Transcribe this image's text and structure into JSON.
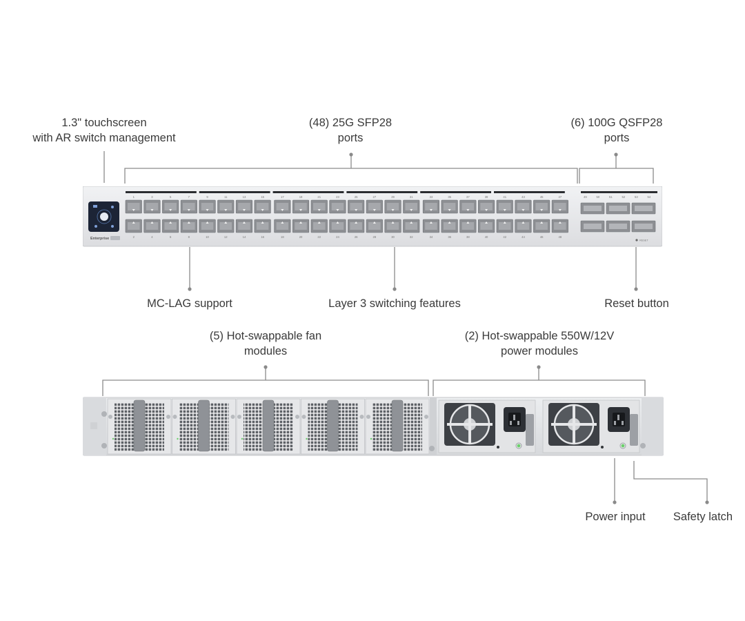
{
  "front": {
    "callouts": {
      "touchscreen": [
        "1.3\" touchscreen",
        "with AR switch management"
      ],
      "sfp28": [
        "(48) 25G SFP28",
        "ports"
      ],
      "qsfp28": [
        "(6) 100G QSFP28",
        "ports"
      ],
      "mclag": "MC-LAG support",
      "layer3": "Layer 3 switching features",
      "reset": "Reset button"
    },
    "brand": "Enterprise",
    "reset_text": "RESET",
    "port_numbers_top": [
      "1",
      "3",
      "5",
      "7",
      "9",
      "11",
      "13",
      "15",
      "17",
      "19",
      "21",
      "23",
      "25",
      "27",
      "29",
      "31",
      "33",
      "35",
      "37",
      "39",
      "41",
      "43",
      "45",
      "47"
    ],
    "port_numbers_bottom": [
      "2",
      "4",
      "6",
      "8",
      "10",
      "12",
      "14",
      "16",
      "18",
      "20",
      "22",
      "24",
      "26",
      "28",
      "30",
      "32",
      "34",
      "36",
      "38",
      "40",
      "42",
      "44",
      "46",
      "48"
    ],
    "qsfp_numbers": [
      "49",
      "50",
      "51",
      "52",
      "53",
      "54"
    ]
  },
  "rear": {
    "callouts": {
      "fans": [
        "(5) Hot-swappable fan",
        "modules"
      ],
      "psu": [
        "(2) Hot-swappable 550W/12V",
        "power modules"
      ],
      "power_input": "Power input",
      "safety_latch": "Safety latch"
    },
    "fan_count": 5,
    "psu_count": 2,
    "colors": {
      "chassis": "#e4e5e7",
      "line": "#8a8a8a",
      "port": "#8d8f93",
      "led": "#6ccf6c"
    }
  }
}
